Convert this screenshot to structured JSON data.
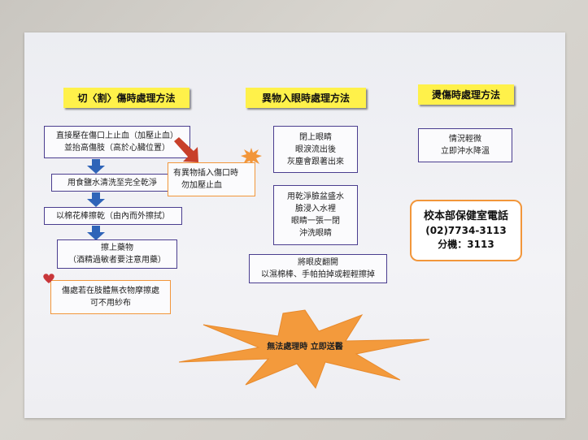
{
  "columns": {
    "cut": {
      "title": "切〈割〉傷時處理方法",
      "step1": [
        "直接壓在傷口上止血（加壓止血）",
        "並抬高傷肢（高於心臟位置）"
      ],
      "step2": "用食鹽水清洗至完全乾淨",
      "step3": "以棉花棒擦乾（由內而外擦拭）",
      "step4": [
        "擦上藥物",
        "（酒精過敏者要注意用藥）"
      ],
      "side_note": [
        "有異物插入傷口時",
        "勿加壓止血"
      ],
      "heart_note": [
        "傷處若在肢體無衣物摩擦處",
        "可不用紗布"
      ]
    },
    "eye": {
      "title": "異物入眼時處理方法",
      "step1": [
        "閉上眼睛",
        "眼淚流出後",
        "灰塵會跟著出來"
      ],
      "step2": [
        "用乾淨臉盆盛水",
        "臉浸入水裡",
        "眼睛一張一閉",
        "沖洗眼睛"
      ],
      "step3": [
        "將眼皮翻開",
        "以濕棉棒、手帕拍掉或輕輕擦掉"
      ]
    },
    "burn": {
      "title": "燙傷時處理方法",
      "step1": [
        "情況輕微",
        "立即沖水降溫"
      ]
    }
  },
  "contact": {
    "label": "校本部保健室電話",
    "phone": "(02)7734-3113",
    "ext": "分機：3113"
  },
  "footer_burst": "無法處理時  立即送醫",
  "colors": {
    "title_bg": "#fff14a",
    "box_border": "#4a3d8f",
    "orange": "#f2963a",
    "arrow_blue": "#2f64b8",
    "arrow_red": "#c8402a"
  }
}
